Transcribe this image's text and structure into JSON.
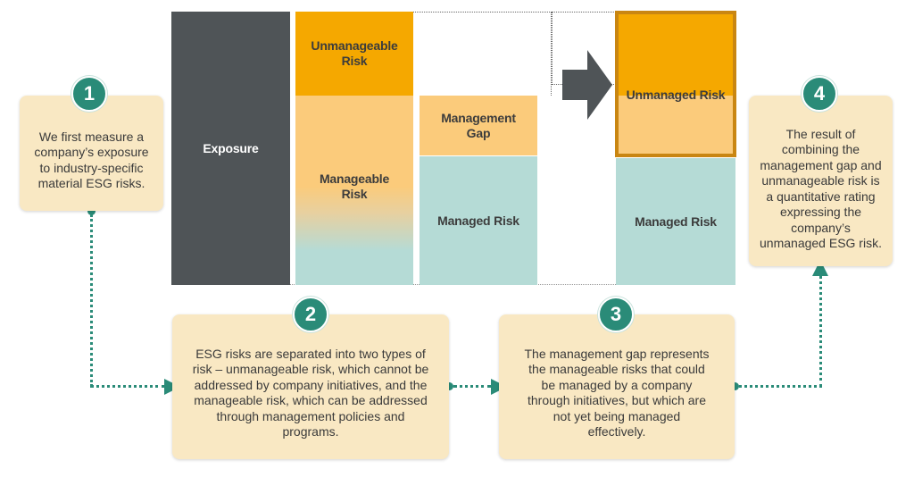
{
  "bars": {
    "exposure": "Exposure",
    "unmanageable_risk": "Unmanageable Risk",
    "manageable_risk": "Manageable Risk",
    "management_gap": "Management Gap",
    "managed_risk": "Managed Risk",
    "unmanaged_risk": "Unmanaged Risk",
    "managed_risk_result": "Managed Risk"
  },
  "steps": [
    {
      "number": "1",
      "text": "We first measure a company’s exposure to industry-specific material ESG risks."
    },
    {
      "number": "2",
      "text": "ESG risks are separated into two types of risk – unmanageable risk, which cannot be addressed by company initiatives, and the manageable risk, which can be addressed through management policies and programs."
    },
    {
      "number": "3",
      "text": "The management gap represents the manageable risks that could be managed by a company through initiatives, but which are not yet being managed effectively."
    },
    {
      "number": "4",
      "text": "The result of combining the management gap and unmanageable risk is a quantitative rating expressing the company’s unmanaged ESG risk."
    }
  ],
  "colors": {
    "teal_accent": "#2a8b78",
    "note_background": "#f9e8c3",
    "exposure": "#4f5457",
    "unmanageable_orange": "#f5a800",
    "manageable_peach": "#fbcb7b",
    "managed_teal": "#b5dbd6",
    "highlight_frame": "#c98612"
  },
  "icons": {
    "flow_arrow": "block-arrow-right-icon",
    "connector_arrow_right": "triangle-right-icon",
    "connector_arrow_up": "triangle-up-icon"
  }
}
